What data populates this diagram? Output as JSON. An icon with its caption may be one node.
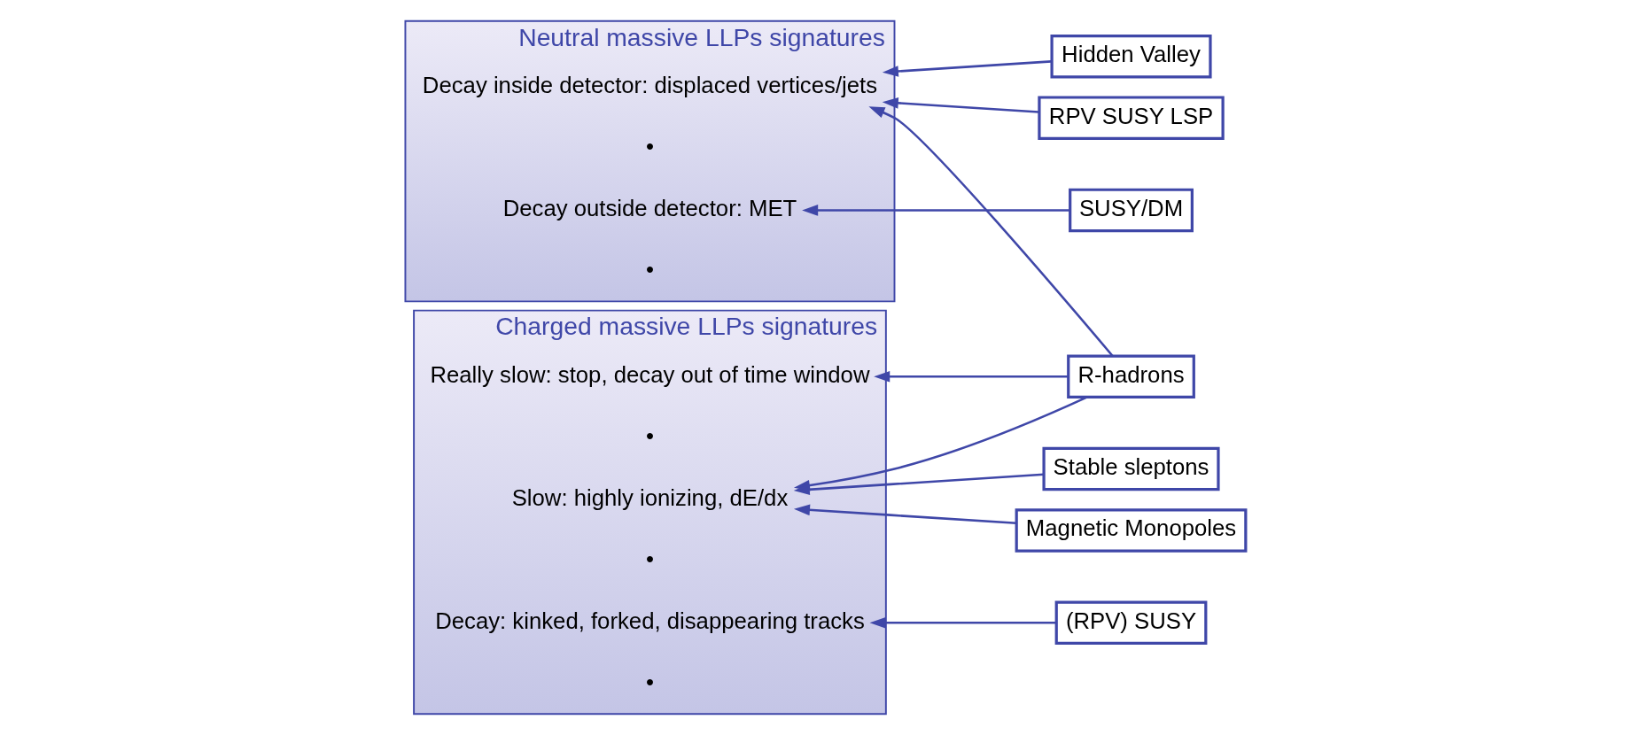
{
  "diagram": {
    "nodes": [
      {
        "text": [
          "Neutral massive LLPs signatures"
        ]
      },
      {
        "text": [
          "Decay inside detector: displaced vertices/jets"
        ],
        "in": 0
      },
      {
        "text": [
          "Decay outside detector: MET"
        ],
        "in": 0
      },
      {
        "text": [
          "Charged massive LLPs signatures"
        ]
      },
      {
        "text": [
          "Decay: kinked, forked, disappearing tracks"
        ],
        "in": 3
      },
      {
        "text": [
          "Slow: highly ionizing, dE/dx"
        ],
        "in": 3
      },
      {
        "text": [
          "Really slow: stop, decay out of time window"
        ],
        "in": 3
      },
      {
        "text": [
          "Hidden Valley"
        ]
      },
      {
        "text": [
          "RPV SUSY LSP"
        ]
      },
      {
        "text": [
          "SUSY/DM"
        ]
      },
      {
        "text": [
          "R-hadrons"
        ]
      },
      {
        "text": [
          "Stable sleptons"
        ]
      },
      {
        "text": [
          "(RPV) SUSY"
        ]
      },
      {
        "text": [
          "Magnetic Monopoles"
        ]
      }
    ],
    "edges": [
      {
        "from": 7,
        "to": 1,
        "arrow": "to"
      },
      {
        "from": 8,
        "to": 1,
        "arrow": "to"
      },
      {
        "from": 9,
        "to": 2,
        "arrow": "to"
      },
      {
        "from": 10,
        "to": 1,
        "arrow": "to"
      },
      {
        "from": 10,
        "to": 5,
        "arrow": "to"
      },
      {
        "from": 10,
        "to": 6,
        "arrow": "to"
      },
      {
        "from": 11,
        "to": 5,
        "arrow": "to"
      },
      {
        "from": 12,
        "to": 4,
        "arrow": "to"
      },
      {
        "from": 13,
        "to": 5,
        "arrow": "to"
      }
    ],
    "labels": [
      "•",
      "•",
      "•",
      "•",
      "•"
    ]
  }
}
